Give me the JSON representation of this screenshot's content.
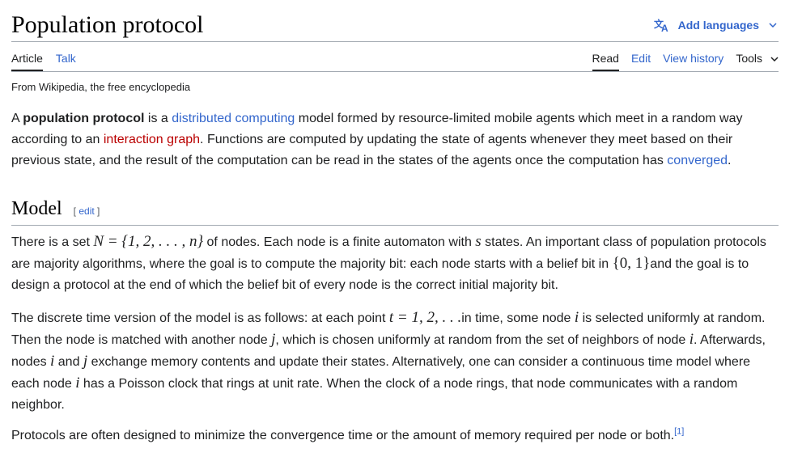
{
  "article": {
    "title": "Population protocol",
    "add_languages": "Add languages",
    "tagline": "From Wikipedia, the free encyclopedia"
  },
  "tabs": {
    "article": "Article",
    "talk": "Talk",
    "read": "Read",
    "edit": "Edit",
    "history": "View history",
    "tools": "Tools"
  },
  "intro": {
    "a": "A ",
    "bold": "population protocol",
    "b": " is a ",
    "link1": "distributed computing",
    "c": " model formed by resource-limited mobile agents which meet in a random way according to an ",
    "link2": "interaction graph",
    "d": ". Functions are computed by updating the state of agents whenever they meet based on their previous state, and the result of the computation can be read in the states of the agents once the computation has ",
    "link3": "converged",
    "e": "."
  },
  "model": {
    "heading": "Model",
    "edit_open": "[ ",
    "edit_label": "edit",
    "edit_close": " ]",
    "p1": {
      "a": "There is a set ",
      "math1": "N = {1, 2, . . . , n}",
      "b": " of nodes. Each node is a finite automaton with ",
      "math2": "s",
      "c": " states. An important class of population protocols are majority algorithms, where the goal is to compute the majority bit: each node starts with a belief bit in ",
      "math3": "{0, 1}",
      "d": "and the goal is to design a protocol at the end of which the belief bit of every node is the correct initial majority bit."
    },
    "p2": {
      "a": "The discrete time version of the model is as follows: at each point ",
      "math1": "t = 1, 2, . . .",
      "b": "in time, some node ",
      "m_i": "i",
      "c": " is selected uniformly at random. Then the node is matched with another node ",
      "m_j": "j",
      "d": ", which is chosen uniformly at random from the set of neighbors of node ",
      "e": ". Afterwards, nodes ",
      "f": " and ",
      "g": " exchange memory contents and update their states. Alternatively, one can consider a continuous time model where each node ",
      "h": " has a Poisson clock that rings at unit rate. When the clock of a node rings, that node communicates with a random neighbor."
    },
    "p3": {
      "text": "Protocols are often designed to minimize the convergence time or the amount of memory required per node or both.",
      "ref": "[1]"
    }
  }
}
